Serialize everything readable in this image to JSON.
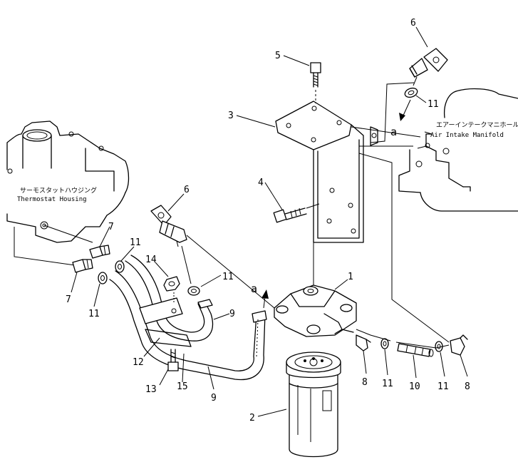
{
  "labels": {
    "thermostat_jp": "サーモスタットハウジング",
    "thermostat_en": "Thermostat Housing",
    "intake_jp": "エアーインテークマニホールド",
    "intake_en": "Air Intake Manifold",
    "view_a_right": "a",
    "view_a_left": "a"
  },
  "callouts": {
    "c1": "1",
    "c2": "2",
    "c3": "3",
    "c4": "4",
    "c5": "5",
    "c6_top": "6",
    "c6_mid": "6",
    "c7_left": "7",
    "c7_mid": "7",
    "c8_left": "8",
    "c8_right": "8",
    "c9_upper": "9",
    "c9_lower": "9",
    "c10": "10",
    "c11_top": "11",
    "c11_a": "11",
    "c11_b": "11",
    "c11_c": "11",
    "c11_d": "11",
    "c11_e": "11",
    "c12": "12",
    "c13": "13",
    "c14": "14",
    "c15": "15"
  }
}
